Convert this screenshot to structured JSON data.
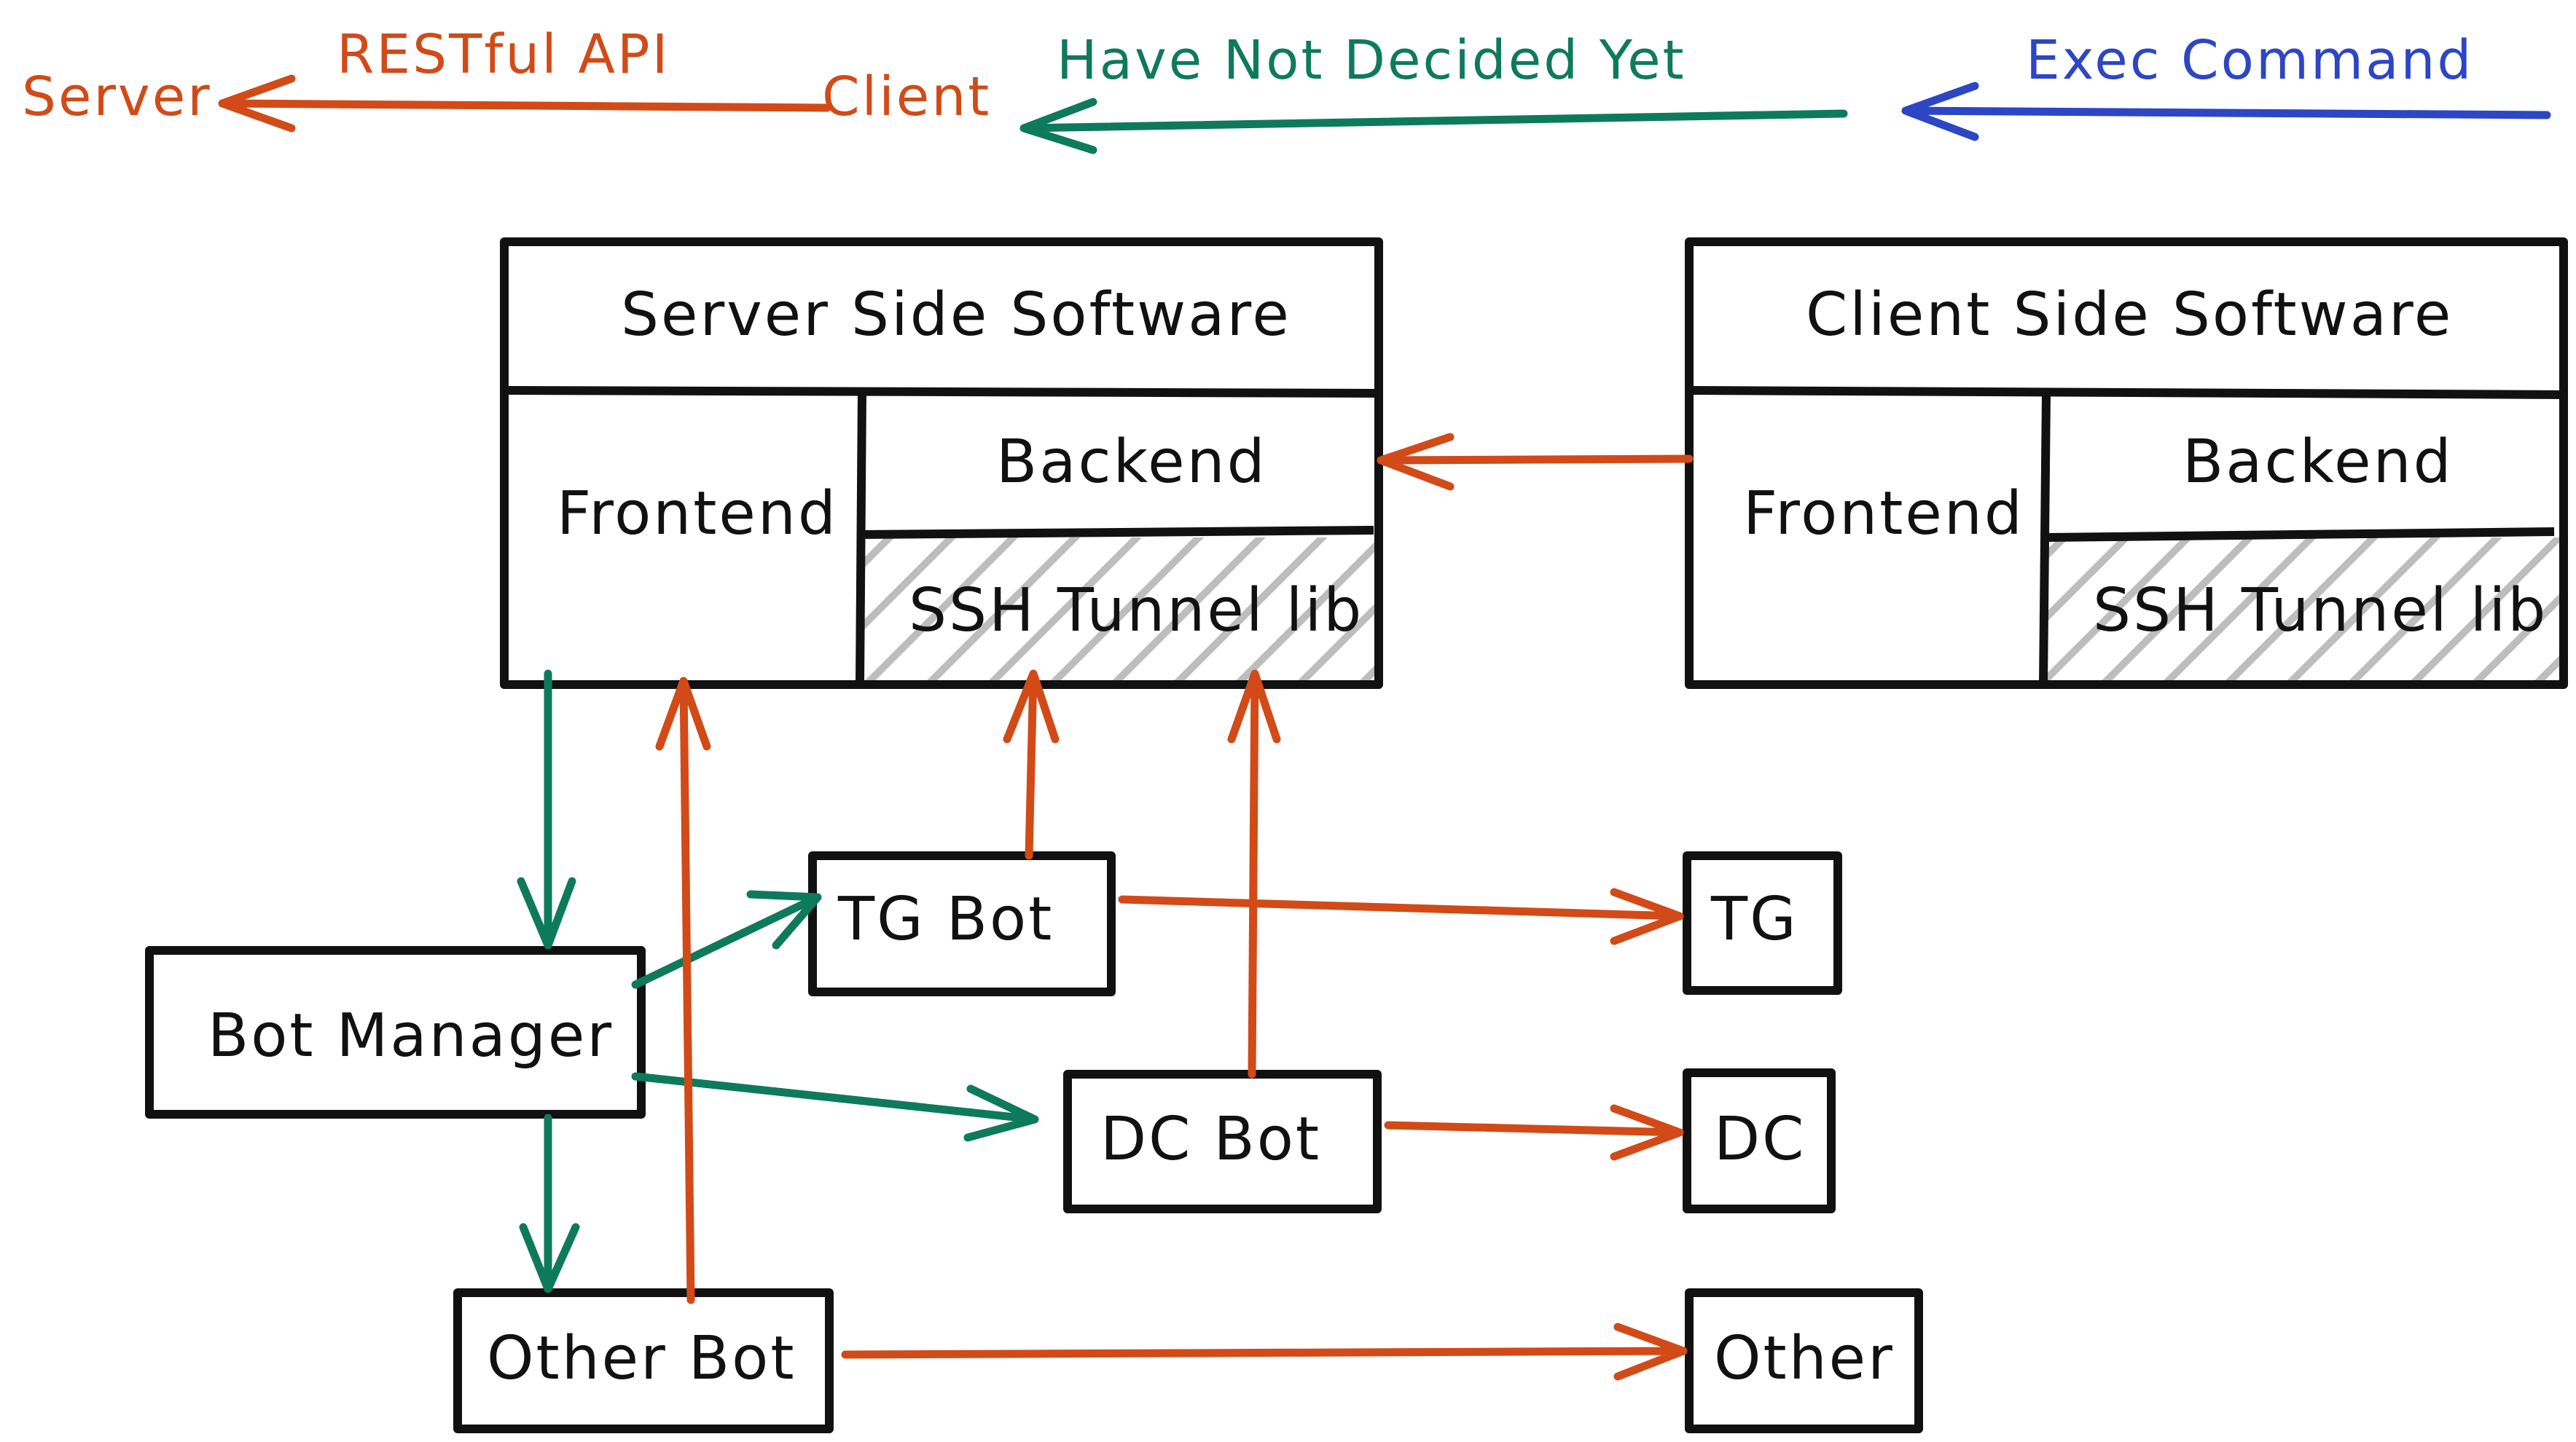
{
  "colors": {
    "restful": "#d24a17",
    "undecided": "#0e7a5c",
    "exec": "#2d46c4",
    "ink": "#111111",
    "hatch": "#bdbdbd"
  },
  "legend": {
    "restful": {
      "from": "Client",
      "to": "Server",
      "label": "RESTful API"
    },
    "undecided": {
      "label": "Have Not Decided Yet"
    },
    "exec": {
      "label": "Exec Command"
    }
  },
  "server_software": {
    "title": "Server Side Software",
    "frontend": "Frontend",
    "backend": "Backend",
    "ssh": "SSH Tunnel lib"
  },
  "client_software": {
    "title": "Client Side Software",
    "frontend": "Frontend",
    "backend": "Backend",
    "ssh": "SSH Tunnel lib"
  },
  "nodes": {
    "bot_manager": "Bot Manager",
    "tg_bot": "TG Bot",
    "dc_bot": "DC Bot",
    "other_bot": "Other Bot",
    "tg": "TG",
    "dc": "DC",
    "other": "Other"
  }
}
